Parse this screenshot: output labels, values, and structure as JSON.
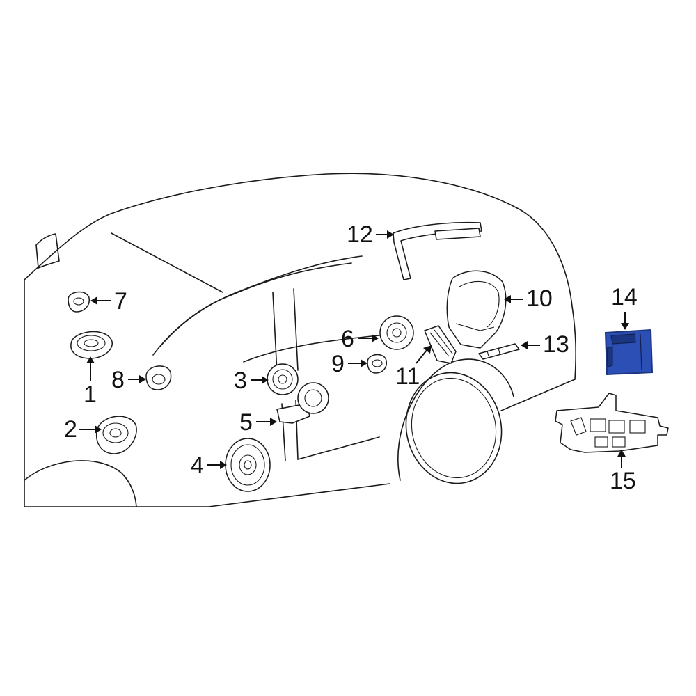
{
  "colors": {
    "line": "#1a1a1a",
    "highlight": "#2c4fb6",
    "highlight_dark": "#1c3580",
    "background": "#ffffff"
  },
  "callouts": {
    "c1": "1",
    "c2": "2",
    "c3": "3",
    "c4": "4",
    "c5": "5",
    "c6": "6",
    "c7": "7",
    "c8": "8",
    "c9": "9",
    "c10": "10",
    "c11": "11",
    "c12": "12",
    "c13": "13",
    "c14": "14",
    "c15": "15"
  },
  "highlighted_part": "14"
}
